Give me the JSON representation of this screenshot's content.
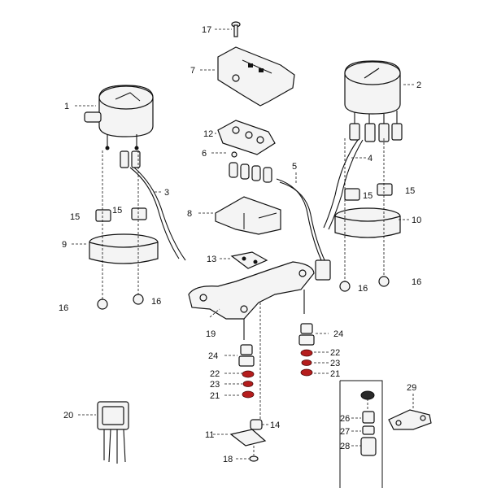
{
  "labels": [
    {
      "id": "1",
      "text": "1"
    },
    {
      "id": "2",
      "text": "2"
    },
    {
      "id": "3",
      "text": "3"
    },
    {
      "id": "4",
      "text": "4"
    },
    {
      "id": "5",
      "text": "5"
    },
    {
      "id": "6",
      "text": "6"
    },
    {
      "id": "7",
      "text": "7"
    },
    {
      "id": "8",
      "text": "8"
    },
    {
      "id": "9",
      "text": "9"
    },
    {
      "id": "10",
      "text": "10"
    },
    {
      "id": "11",
      "text": "11"
    },
    {
      "id": "12",
      "text": "12"
    },
    {
      "id": "13",
      "text": "13"
    },
    {
      "id": "14",
      "text": "14"
    },
    {
      "id": "15a",
      "text": "15"
    },
    {
      "id": "15b",
      "text": "15"
    },
    {
      "id": "15c",
      "text": "15"
    },
    {
      "id": "15d",
      "text": "15"
    },
    {
      "id": "16a",
      "text": "16"
    },
    {
      "id": "16b",
      "text": "16"
    },
    {
      "id": "16c",
      "text": "16"
    },
    {
      "id": "16d",
      "text": "16"
    },
    {
      "id": "17",
      "text": "17"
    },
    {
      "id": "18",
      "text": "18"
    },
    {
      "id": "19",
      "text": "19"
    },
    {
      "id": "20",
      "text": "20"
    },
    {
      "id": "21a",
      "text": "21"
    },
    {
      "id": "21b",
      "text": "21"
    },
    {
      "id": "22a",
      "text": "22"
    },
    {
      "id": "22b",
      "text": "22"
    },
    {
      "id": "23a",
      "text": "23"
    },
    {
      "id": "23b",
      "text": "23"
    },
    {
      "id": "24a",
      "text": "24"
    },
    {
      "id": "24b",
      "text": "24"
    },
    {
      "id": "26",
      "text": "26"
    },
    {
      "id": "27",
      "text": "27"
    },
    {
      "id": "28",
      "text": "28"
    },
    {
      "id": "29",
      "text": "29"
    }
  ],
  "colors": {
    "line": "#111111",
    "highlight": "#b51d1d",
    "background": "#ffffff"
  }
}
